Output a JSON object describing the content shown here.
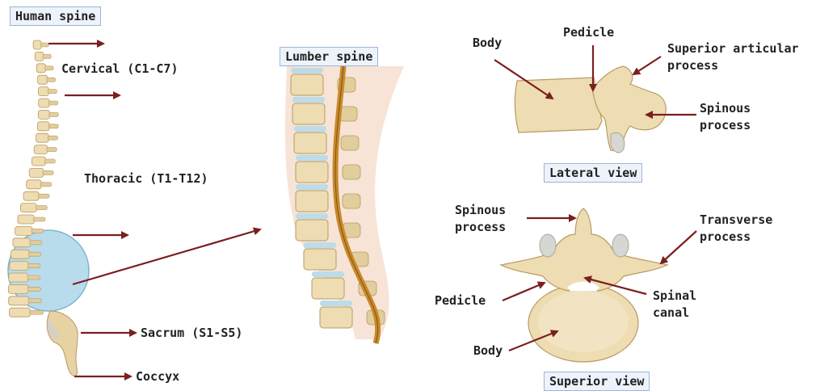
{
  "titles": {
    "human_spine": "Human spine",
    "lumber_spine": "Lumber spine",
    "lateral_view": "Lateral view",
    "superior_view": "Superior view"
  },
  "spine_regions": {
    "cervical": "Cervical (C1-C7)",
    "thoracic": "Thoracic (T1-T12)",
    "sacrum": "Sacrum (S1-S5)",
    "coccyx": "Coccyx"
  },
  "lateral": {
    "body": "Body",
    "pedicle": "Pedicle",
    "superior_articular": "Superior articular\nprocess",
    "spinous": "Spinous\nprocess"
  },
  "superior": {
    "spinous": "Spinous\nprocess",
    "transverse": "Transverse\nprocess",
    "pedicle": "Pedicle",
    "spinal_canal": "Spinal\ncanal",
    "body": "Body"
  },
  "colors": {
    "arrow": "#7a1f1f",
    "bone": "#eedcb2",
    "bone_edge": "#b99a62",
    "disc": "#bcdcea",
    "highlight": "#b9dcec",
    "title_bg": "#eef3fb",
    "title_border": "#9db4d8"
  }
}
